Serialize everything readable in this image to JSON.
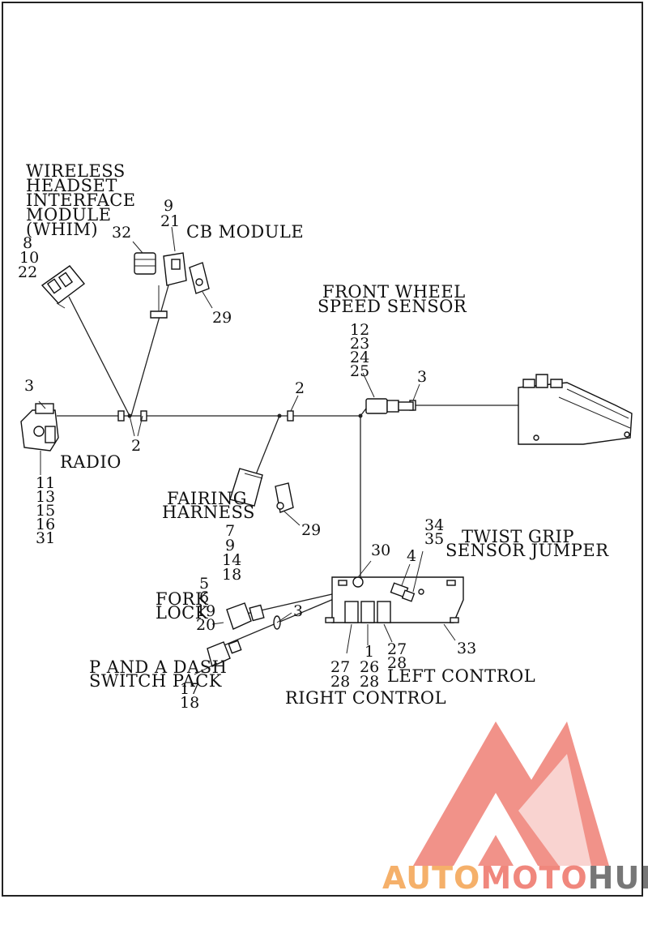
{
  "labels": {
    "whim_1": "WIRELESS",
    "whim_2": "HEADSET",
    "whim_3": "INTERFACE",
    "whim_4": "MODULE",
    "whim_5": "(WHIM)",
    "cb_module": "CB MODULE",
    "fws_1": "FRONT WHEEL",
    "fws_2": "SPEED SENSOR",
    "radio": "RADIO",
    "fairing_1": "FAIRING",
    "fairing_2": "HARNESS",
    "twist_1": "TWIST GRIP",
    "twist_2": "SENSOR JUMPER",
    "fork_1": "FORK",
    "fork_2": "LOCK",
    "pa_1": "P AND A DASH",
    "pa_2": "SWITCH PACK",
    "left_control": "LEFT CONTROL",
    "right_control": "RIGHT CONTROL"
  },
  "callouts": {
    "whim_8": "8",
    "whim_10": "10",
    "whim_22": "22",
    "cb_9": "9",
    "cb_21": "21",
    "cb_32": "32",
    "cb_29": "29",
    "fws_12": "12",
    "fws_23": "23",
    "fws_24": "24",
    "fws_25": "25",
    "fws_3": "3",
    "radio_3": "3",
    "clip_2a": "2",
    "clip_2b": "2",
    "radio_11": "11",
    "radio_13": "13",
    "radio_15": "15",
    "radio_16": "16",
    "radio_31": "31",
    "fh_7": "7",
    "fh_9": "9",
    "fh_14": "14",
    "fh_18": "18",
    "fh_29": "29",
    "tg_34": "34",
    "tg_35": "35",
    "c30": "30",
    "c4": "4",
    "fork_5": "5",
    "fork_6": "6",
    "fork_19": "19",
    "fork_20": "20",
    "c3_mid": "3",
    "pa_17": "17",
    "pa_18": "18",
    "c27a": "27",
    "c28a": "28",
    "c1": "1",
    "c26": "26",
    "c28b": "28",
    "c27b": "27",
    "c28c": "28",
    "c33": "33"
  },
  "watermark": {
    "part1": "AUTO",
    "part2": "MOTO",
    "part3": "HUB",
    "colors": {
      "red": "#f0877d",
      "orange": "#f5b06a",
      "gray": "#777777"
    }
  }
}
